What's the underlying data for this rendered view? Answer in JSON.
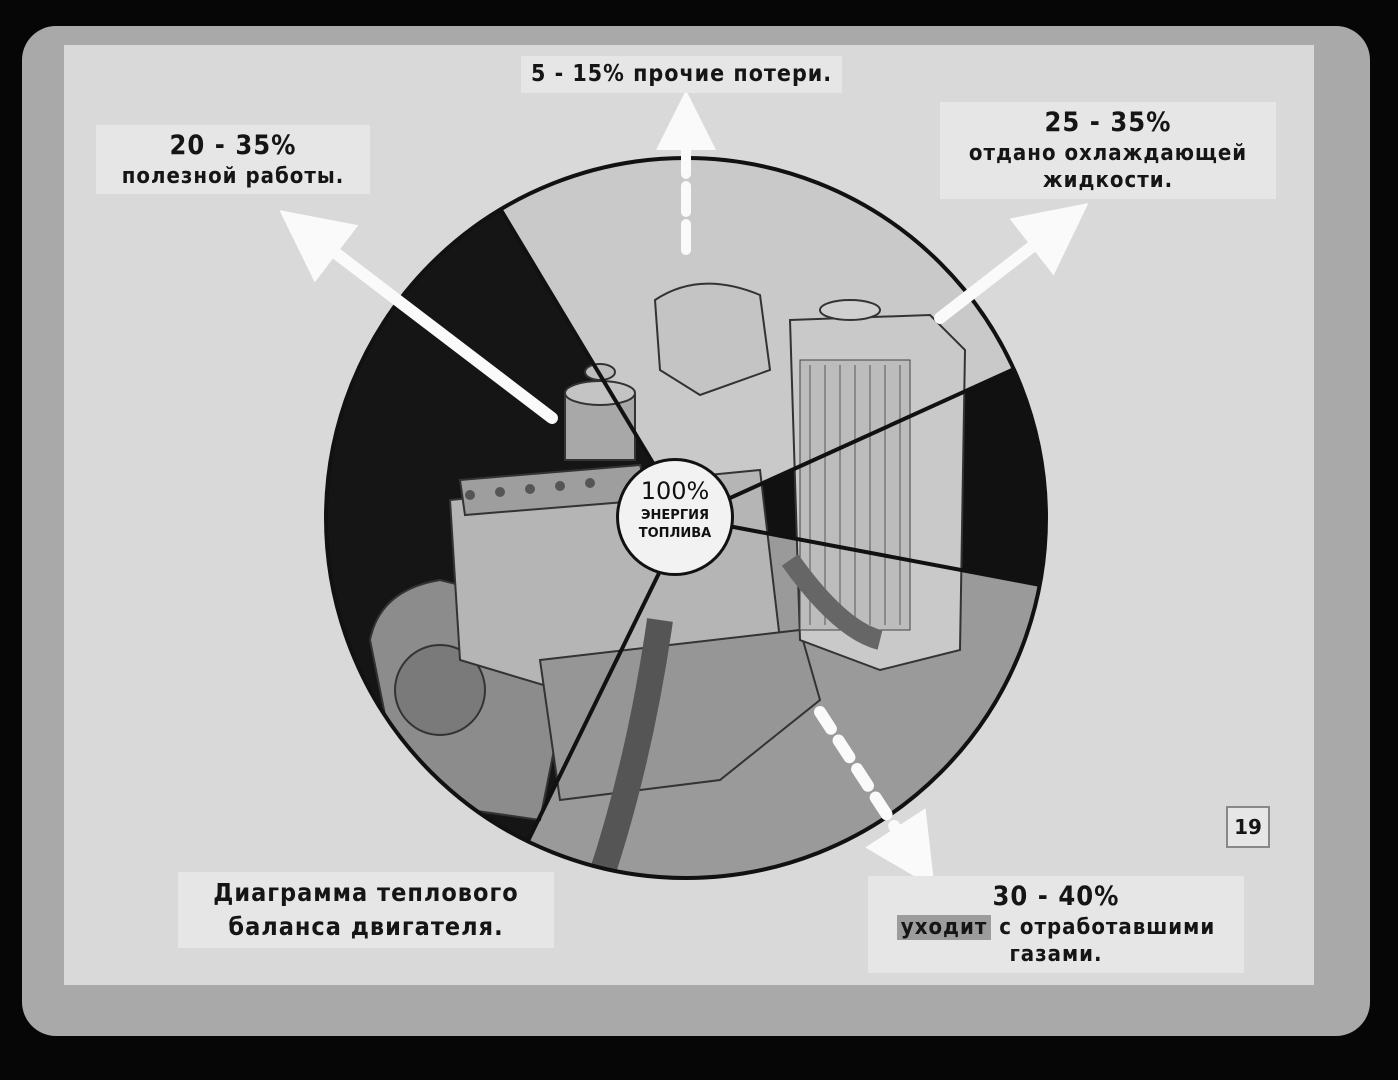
{
  "slide": {
    "title": "Диаграмма теплового баланса двигателя.",
    "page_number": "19",
    "center": {
      "percent": "100%",
      "text": "ЭНЕРГИЯ ТОПЛИВА"
    },
    "segments": [
      {
        "id": "useful",
        "percent": "20 - 35%",
        "text": "полезной работы.",
        "share": 0.275,
        "color": "#c9c9c9"
      },
      {
        "id": "losses",
        "percent": "5 - 15%",
        "text": "прочие потери.",
        "share": 0.1,
        "color": "#111111"
      },
      {
        "id": "cooling",
        "percent": "25 - 35%",
        "text": "отдано охлаждающей жидкости.",
        "share": 0.3,
        "color": "#9a9a9a"
      },
      {
        "id": "exhaust",
        "percent": "30 - 40%",
        "text_highlight": "уходит",
        "text": "с отработавшими газами.",
        "share": 0.35,
        "color": "#151515"
      }
    ],
    "illustration": "engine-illustration"
  },
  "colors": {
    "background": "#060606",
    "frame": "#a9a9a9",
    "slide": "#d9d9d9"
  }
}
